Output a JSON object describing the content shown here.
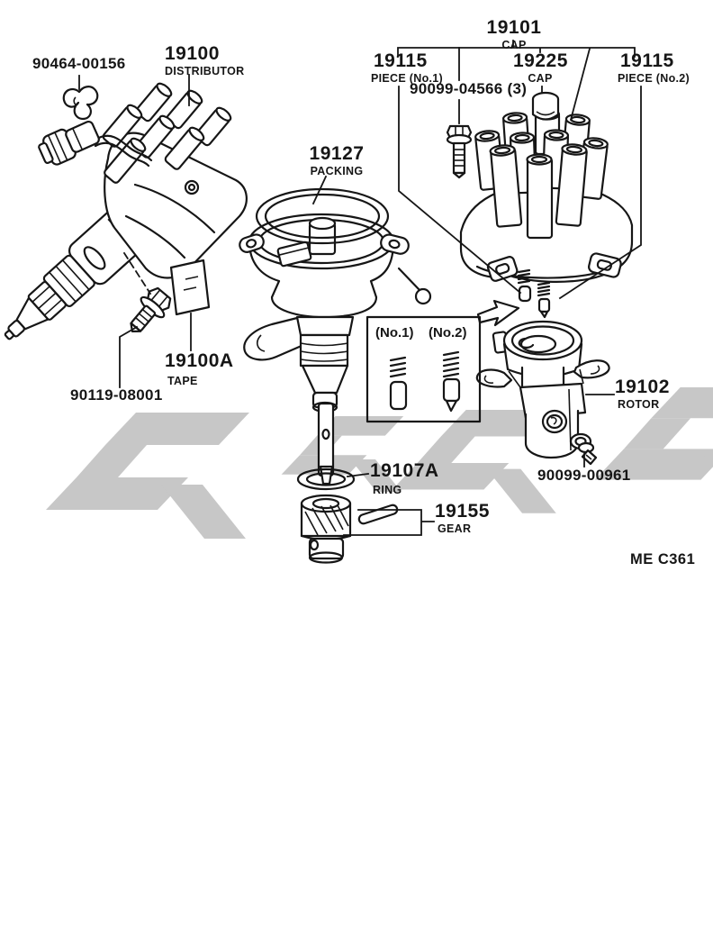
{
  "page": {
    "background": "#ffffff",
    "line_color": "#161616",
    "watermark_color": "#c7c7c7"
  },
  "diagram": {
    "code": "ME C361"
  },
  "parts": {
    "clamp": {
      "number": "90464-00156"
    },
    "distributor": {
      "number": "19100",
      "name": "DISTRIBUTOR"
    },
    "cap_assembly": {
      "number": "19101",
      "name": "CAP"
    },
    "piece_no1": {
      "number": "19115",
      "name": "PIECE (No.1)"
    },
    "small_cap": {
      "number": "19225",
      "name": "CAP"
    },
    "piece_no2": {
      "number": "19115",
      "name": "PIECE (No.2)"
    },
    "cap_screw": {
      "number": "90099-04566 (3)"
    },
    "packing": {
      "number": "19127",
      "name": "PACKING"
    },
    "tape": {
      "number": "19100A",
      "name": "TAPE"
    },
    "mount_bolt": {
      "number": "90119-08001"
    },
    "rotor": {
      "number": "19102",
      "name": "ROTOR"
    },
    "rotor_screw": {
      "number": "90099-00961"
    },
    "ring": {
      "number": "19107A",
      "name": "RING"
    },
    "gear": {
      "number": "19155",
      "name": "GEAR"
    }
  },
  "inset": {
    "left_label": "(No.1)",
    "right_label": "(No.2)"
  }
}
